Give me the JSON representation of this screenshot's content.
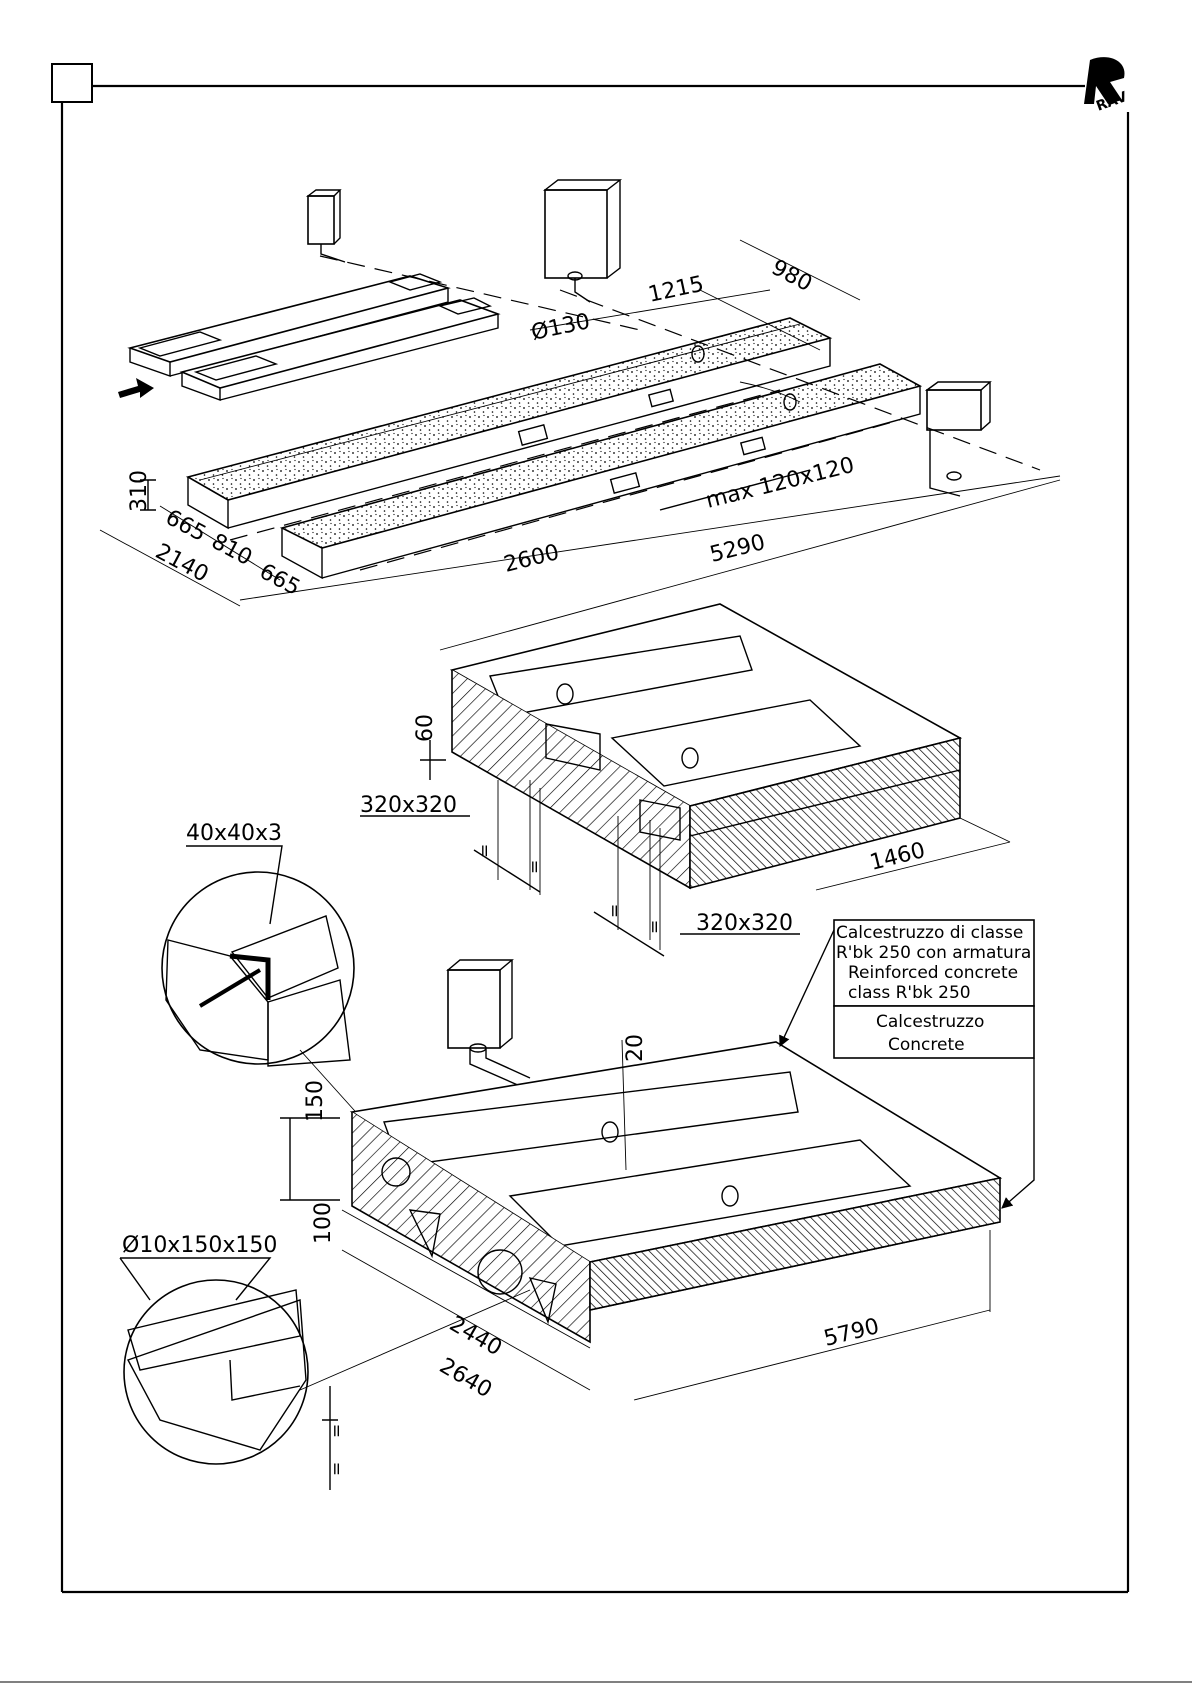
{
  "sheet": {
    "corner_box_label": "",
    "logo": "RAV"
  },
  "top_view": {
    "dims": {
      "d980": "980",
      "d1215": "1215",
      "dia130": "Ø130",
      "max_opening": "max 120x120",
      "d310": "310",
      "d665a": "665",
      "d810": "810",
      "d2140": "2140",
      "d665b": "665",
      "d2600": "2600",
      "d5290": "5290"
    }
  },
  "middle_view": {
    "dims": {
      "d60": "60",
      "opening1": "320x320",
      "opening2": "320x320",
      "d1460": "1460"
    }
  },
  "bottom_view": {
    "dims": {
      "angle": "40x40x3",
      "d20": "20",
      "d150": "150",
      "d100": "100",
      "mesh": "Ø10x150x150",
      "d2440": "2440",
      "d2640": "2640",
      "d5790": "5790"
    },
    "legend": {
      "reinforced_it_line1": "Calcestruzzo di classe",
      "reinforced_it_line2": "R'bk 250 con armatura",
      "reinforced_en_line1": "Reinforced concrete",
      "reinforced_en_line2": "class R'bk 250",
      "plain_it": "Calcestruzzo",
      "plain_en": "Concrete"
    }
  },
  "equal_marks": "="
}
